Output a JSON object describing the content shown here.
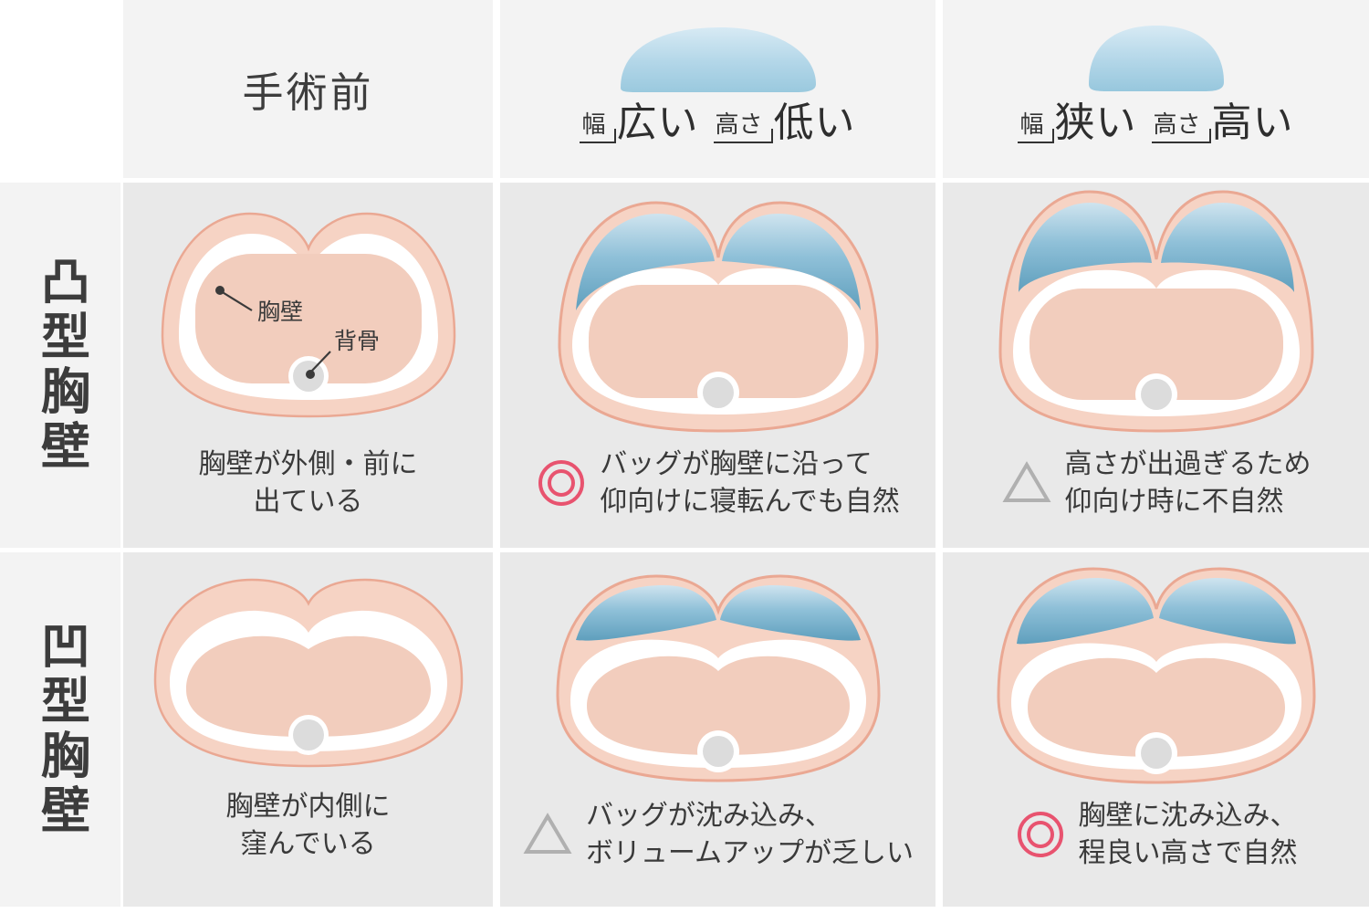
{
  "header": {
    "col1_title": "手術前",
    "col2": {
      "width_key": "幅",
      "width_value": "広い",
      "height_key": "高さ",
      "height_value": "低い",
      "implant_icon": "implant-wide-low-icon"
    },
    "col3": {
      "width_key": "幅",
      "width_value": "狭い",
      "height_key": "高さ",
      "height_value": "高い",
      "implant_icon": "implant-narrow-high-icon"
    }
  },
  "rows": [
    {
      "label": "凸型胸壁",
      "cells": [
        {
          "mark": "",
          "mark_icon": "",
          "caption": "胸壁が外側・前に\n出ている",
          "diagram": "convex-chestwall-preop",
          "annotations": {
            "chest_wall": "胸壁",
            "spine": "背骨"
          }
        },
        {
          "mark": "◎",
          "mark_icon": "double-circle-icon",
          "caption": "バッグが胸壁に沿って\n仰向けに寝転んでも自然",
          "diagram": "convex-chestwall-wide-low-implant"
        },
        {
          "mark": "△",
          "mark_icon": "triangle-icon",
          "caption": "高さが出過ぎるため\n仰向け時に不自然",
          "diagram": "convex-chestwall-narrow-high-implant"
        }
      ]
    },
    {
      "label": "凹型胸壁",
      "cells": [
        {
          "mark": "",
          "mark_icon": "",
          "caption": "胸壁が内側に\n窪んでいる",
          "diagram": "concave-chestwall-preop"
        },
        {
          "mark": "△",
          "mark_icon": "triangle-icon",
          "caption": "バッグが沈み込み、\nボリュームアップが乏しい",
          "diagram": "concave-chestwall-wide-low-implant"
        },
        {
          "mark": "◎",
          "mark_icon": "double-circle-icon",
          "caption": "胸壁に沈み込み、\n程良い高さで自然",
          "diagram": "concave-chestwall-narrow-high-implant"
        }
      ]
    }
  ],
  "colors": {
    "skin_outer": "#f6d3c4",
    "skin_stroke": "#eaa893",
    "skin_inner": "#f2cdbd",
    "implant_blue_top": "#cfe5f0",
    "implant_blue_bottom": "#5f9fbd",
    "spine_gray": "#dcdcdc",
    "mark_good": "#e8536f",
    "mark_warn": "#b0b0b0",
    "header_bg": "#f3f3f3",
    "body_bg": "#e9e9e9",
    "text": "#3a3a3a"
  }
}
